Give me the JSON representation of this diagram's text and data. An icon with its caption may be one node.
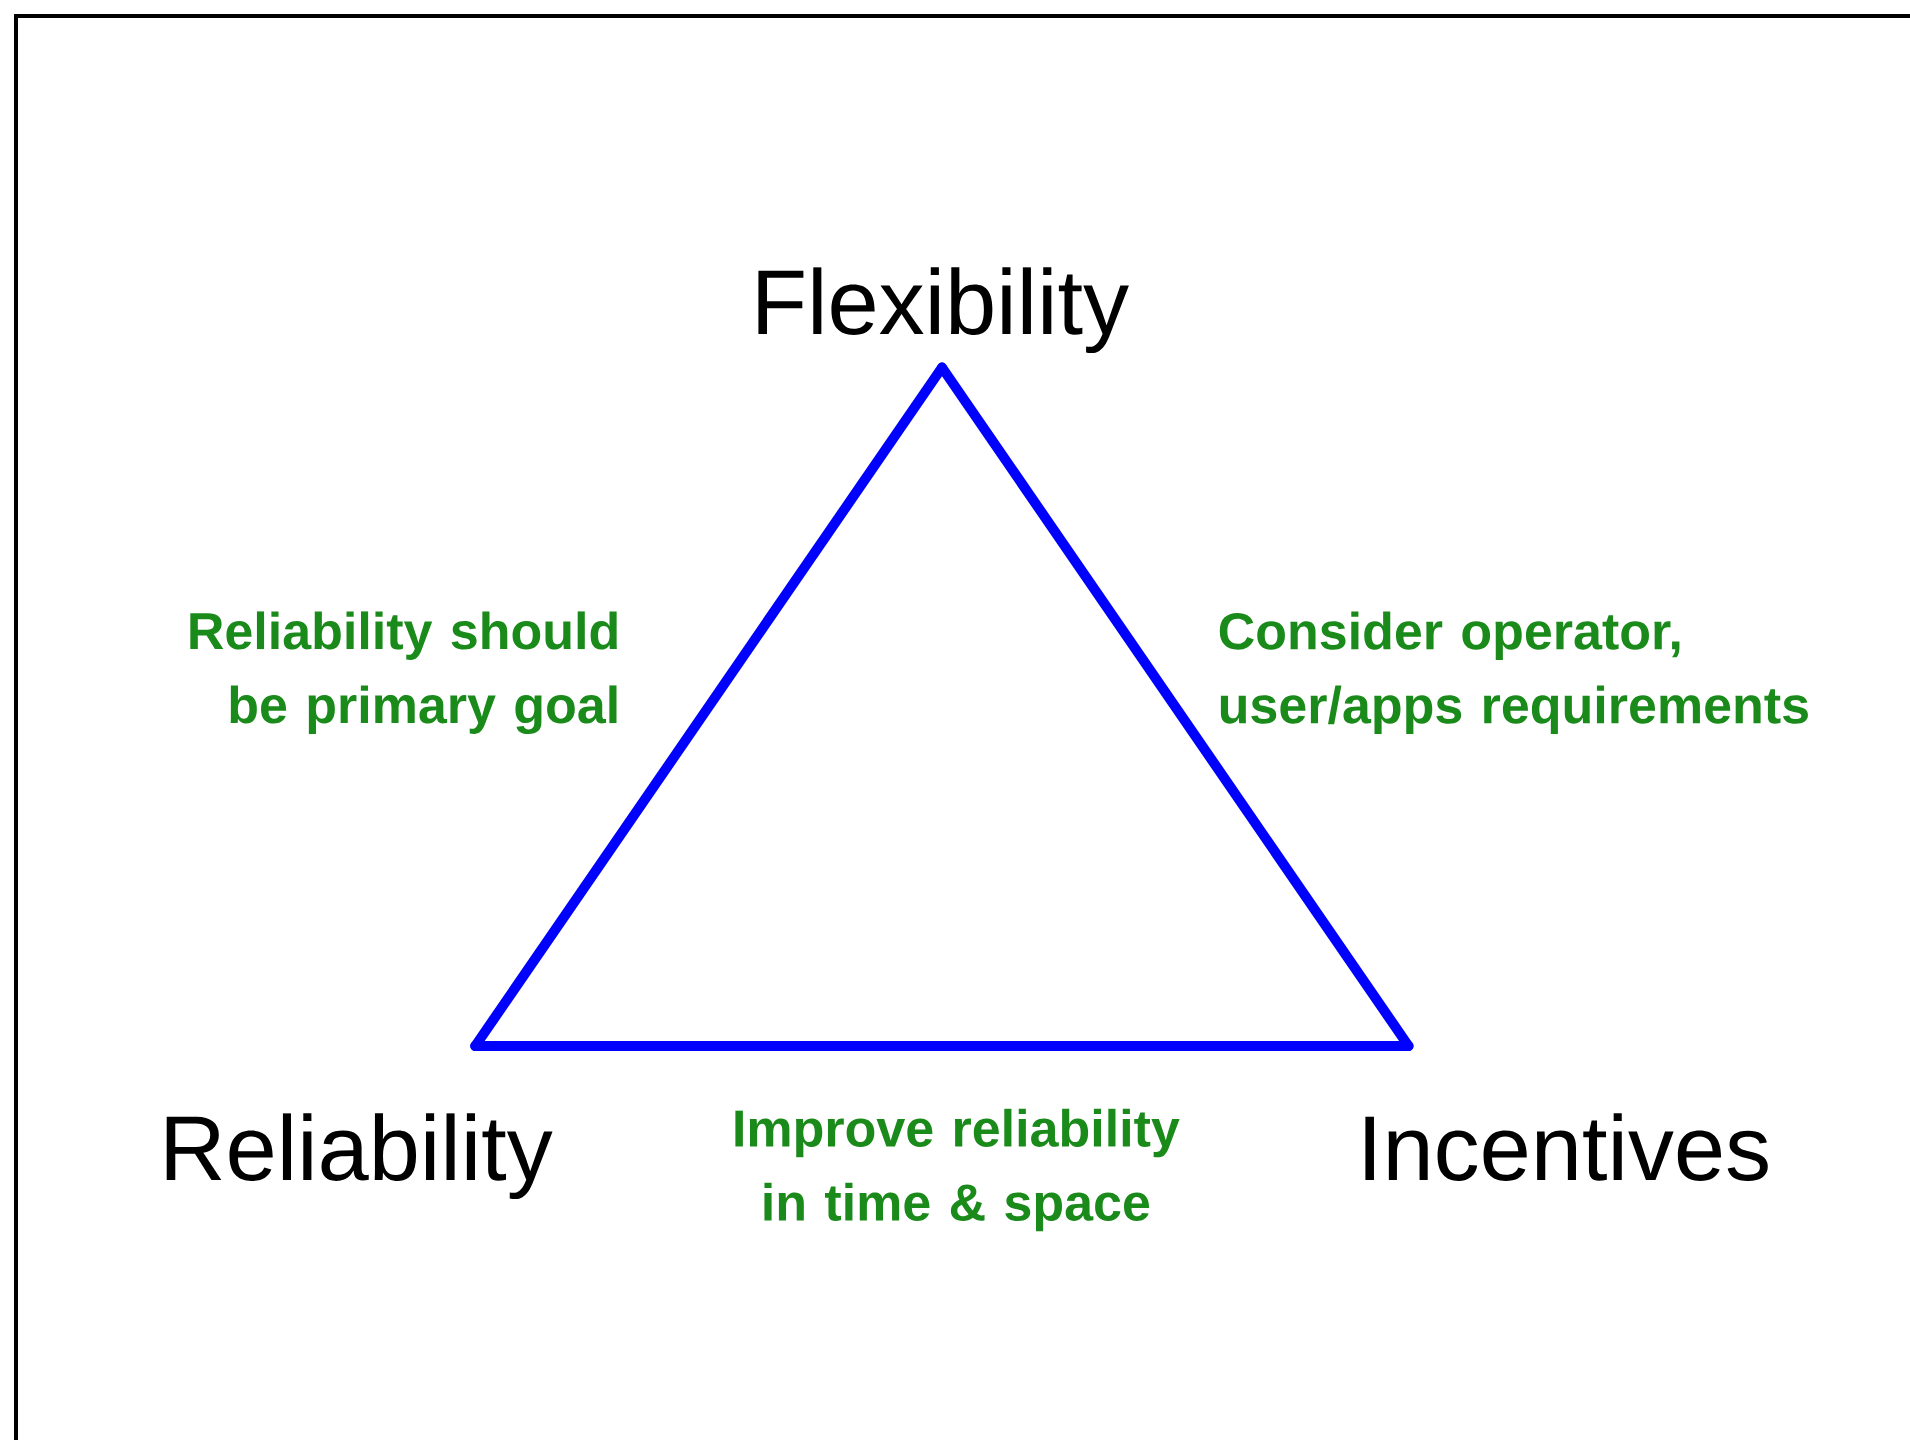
{
  "diagram": {
    "nodes": [
      {
        "text": [
          "Flexibility"
        ]
      },
      {
        "text": [
          "Reliability"
        ]
      },
      {
        "text": [
          "Incentives"
        ]
      }
    ],
    "edges": [
      {
        "from": 0,
        "to": 1,
        "arrow": "none",
        "label": "Reliability should be primary goal"
      },
      {
        "from": 0,
        "to": 2,
        "arrow": "none",
        "label": "Consider operator, user/apps requirements"
      },
      {
        "from": 1,
        "to": 2,
        "arrow": "none",
        "label": "Improve reliability in time & space"
      }
    ]
  }
}
